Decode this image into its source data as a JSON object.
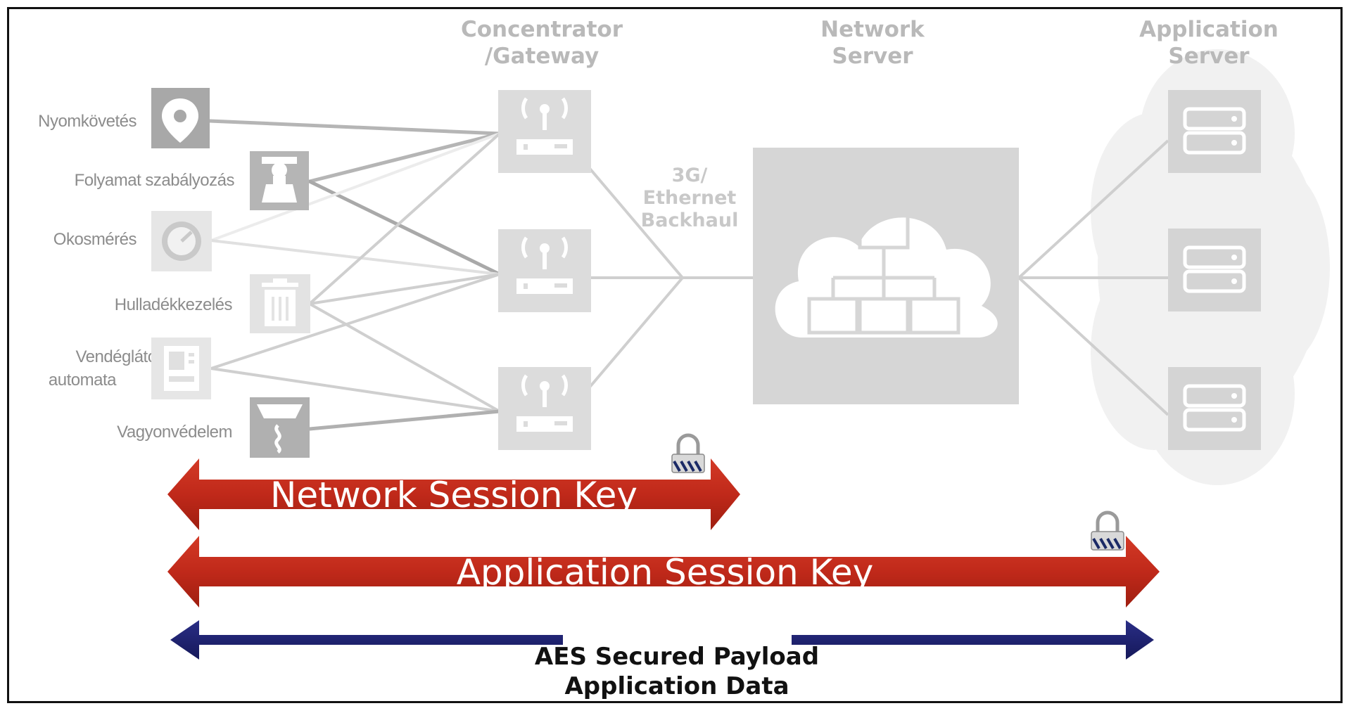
{
  "headers": {
    "gateway": [
      "Concentrator",
      "/Gateway"
    ],
    "network_server": [
      "Network",
      "Server"
    ],
    "application_server": [
      "Application",
      "Server"
    ]
  },
  "devices": [
    {
      "id": "tracking",
      "label": [
        "Nyomkövetés"
      ],
      "icon": "map-pin-icon"
    },
    {
      "id": "process-control",
      "label": [
        "Folyamat szabályozás"
      ],
      "icon": "valve-icon"
    },
    {
      "id": "smart-metering",
      "label": [
        "Okosmérés"
      ],
      "icon": "gauge-icon"
    },
    {
      "id": "waste-management",
      "label": [
        "Hulladékkezelés"
      ],
      "icon": "trash-bin-icon"
    },
    {
      "id": "vending-machine",
      "label": [
        "Vendéglátó",
        "automata"
      ],
      "icon": "vending-machine-icon"
    },
    {
      "id": "security",
      "label": [
        "Vagyonvédelem"
      ],
      "icon": "smoke-detector-icon"
    }
  ],
  "backhaul": [
    "3G/",
    "Ethernet",
    "Backhaul"
  ],
  "keys": {
    "network_session_key": "Network Session Key",
    "application_session_key": "Application Session Key",
    "aes": [
      "AES Secured Payload",
      "Application Data"
    ]
  },
  "colors": {
    "key_arrow": "#c0291a",
    "payload_arrow": "#1c1f6e",
    "icon_box": "#a8a8a8",
    "header_text": "#b9b9b9"
  }
}
